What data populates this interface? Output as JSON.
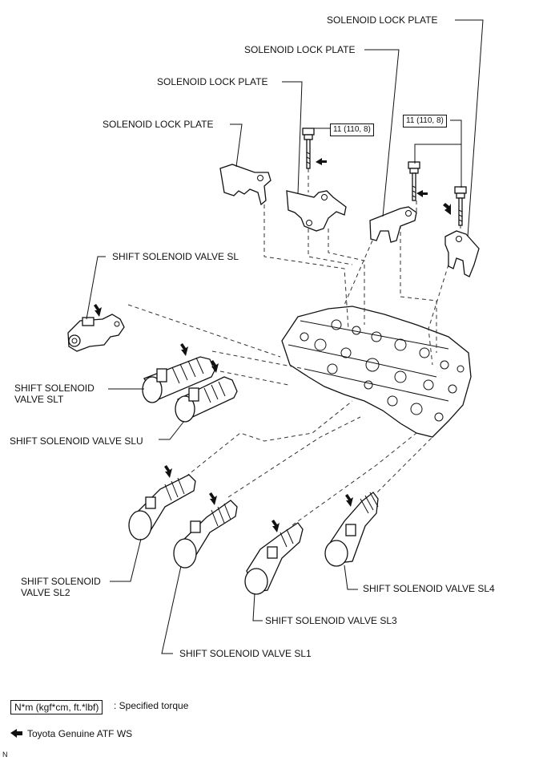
{
  "labels": {
    "lock_plate_1": "SOLENOID LOCK PLATE",
    "lock_plate_2": "SOLENOID LOCK PLATE",
    "lock_plate_3": "SOLENOID LOCK PLATE",
    "lock_plate_4": "SOLENOID LOCK PLATE",
    "sl": "SHIFT SOLENOID VALVE SL",
    "slt": "SHIFT SOLENOID\nVALVE SLT",
    "slu": "SHIFT SOLENOID VALVE SLU",
    "sl2": "SHIFT SOLENOID\nVALVE SL2",
    "sl1": "SHIFT SOLENOID VALVE SL1",
    "sl3": "SHIFT SOLENOID VALVE SL3",
    "sl4": "SHIFT SOLENOID VALVE SL4"
  },
  "torque": {
    "bolt_center": "11 (110, 8)",
    "bolt_right": "11 (110, 8)"
  },
  "legend": {
    "torque_unit": "N*m (kgf*cm, ft.*lbf)",
    "torque_desc": ": Specified torque",
    "atf_desc": "Toyota Genuine ATF WS"
  },
  "footer": {
    "code": "N"
  },
  "icons": [
    "arrow-left-icon",
    "arrow-down-icon",
    "bolt-icon"
  ]
}
